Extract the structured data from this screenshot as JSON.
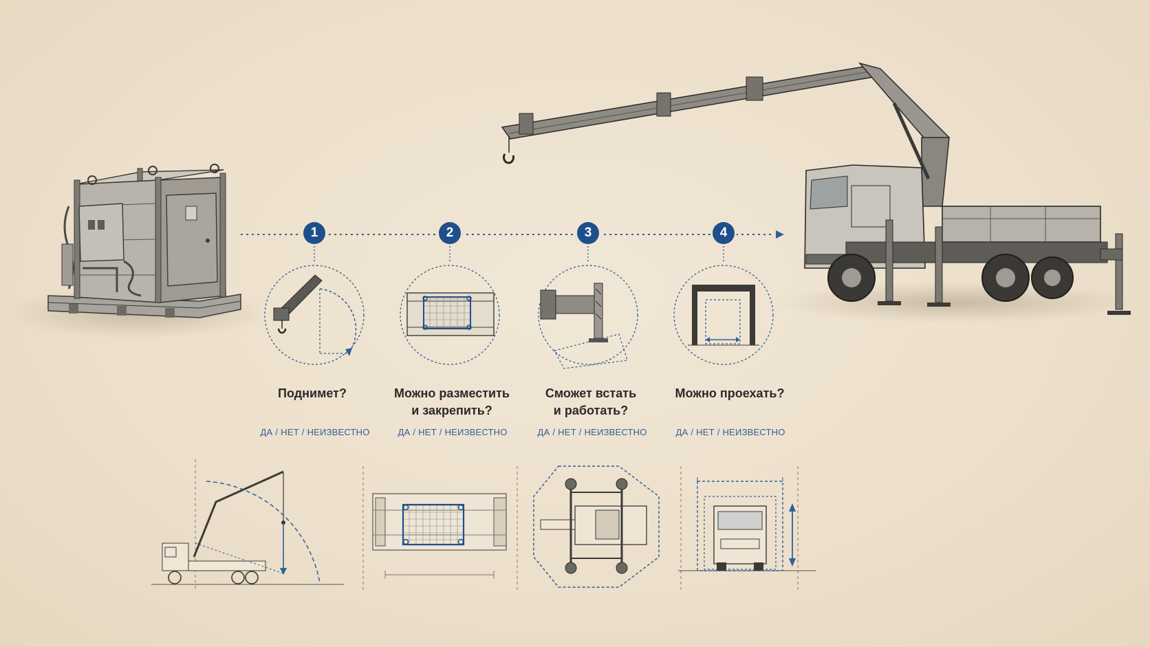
{
  "steps": [
    {
      "number": "1",
      "question": "Поднимет?"
    },
    {
      "number": "2",
      "question": "Можно разместить\nи закрепить?"
    },
    {
      "number": "3",
      "question": "Сможет встать\nи работать?"
    },
    {
      "number": "4",
      "question": "Можно проехать?"
    }
  ],
  "answers": {
    "yes": "ДА",
    "no": "НЕТ",
    "unknown": "НЕИЗВЕСТНО",
    "separator": "/"
  },
  "colors": {
    "accent": "#1e4f8c",
    "line": "#2f5f97",
    "ink": "#3a3a38",
    "paper": "#ede1cd"
  }
}
